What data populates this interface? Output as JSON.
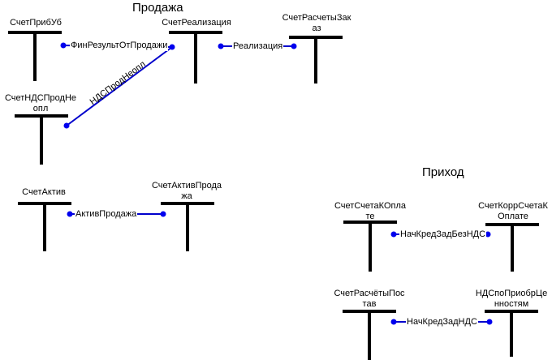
{
  "headers": {
    "sale": "Продажа",
    "income": "Приход"
  },
  "accounts": [
    {
      "id": "a1",
      "lines": [
        "СчетПрибУб"
      ]
    },
    {
      "id": "a2",
      "lines": [
        "СчетРеализация"
      ]
    },
    {
      "id": "a3",
      "lines": [
        "СчетРасчетыЗак",
        "аз"
      ]
    },
    {
      "id": "a4",
      "lines": [
        "СчетНДСПродНе",
        "опл"
      ]
    },
    {
      "id": "a5",
      "lines": [
        "СчетАктив"
      ]
    },
    {
      "id": "a6",
      "lines": [
        "СчетАктивПрода",
        "жа"
      ]
    },
    {
      "id": "a7",
      "lines": [
        "СчетСчетаКОпла",
        "те"
      ]
    },
    {
      "id": "a8",
      "lines": [
        "СчетКоррСчетаК",
        "Оплате"
      ]
    },
    {
      "id": "a9",
      "lines": [
        "СчетРасчётыПос",
        "тав"
      ]
    },
    {
      "id": "a10",
      "lines": [
        "НДСпоПриобрЦе",
        "нностям"
      ]
    }
  ],
  "links": [
    {
      "id": "l1",
      "label": "ФинРезультОтПродажи"
    },
    {
      "id": "l2",
      "label": "Реализация"
    },
    {
      "id": "l3",
      "label": "НДСПродНеопл"
    },
    {
      "id": "l4",
      "label": "АктивПродажа"
    },
    {
      "id": "l5",
      "label": "НачКредЗадБезНДС"
    },
    {
      "id": "l6",
      "label": "НачКредЗадНДС"
    }
  ],
  "colors": {
    "t_bar": "#000000",
    "link": "#0000cc",
    "dot": "#0000ee"
  }
}
